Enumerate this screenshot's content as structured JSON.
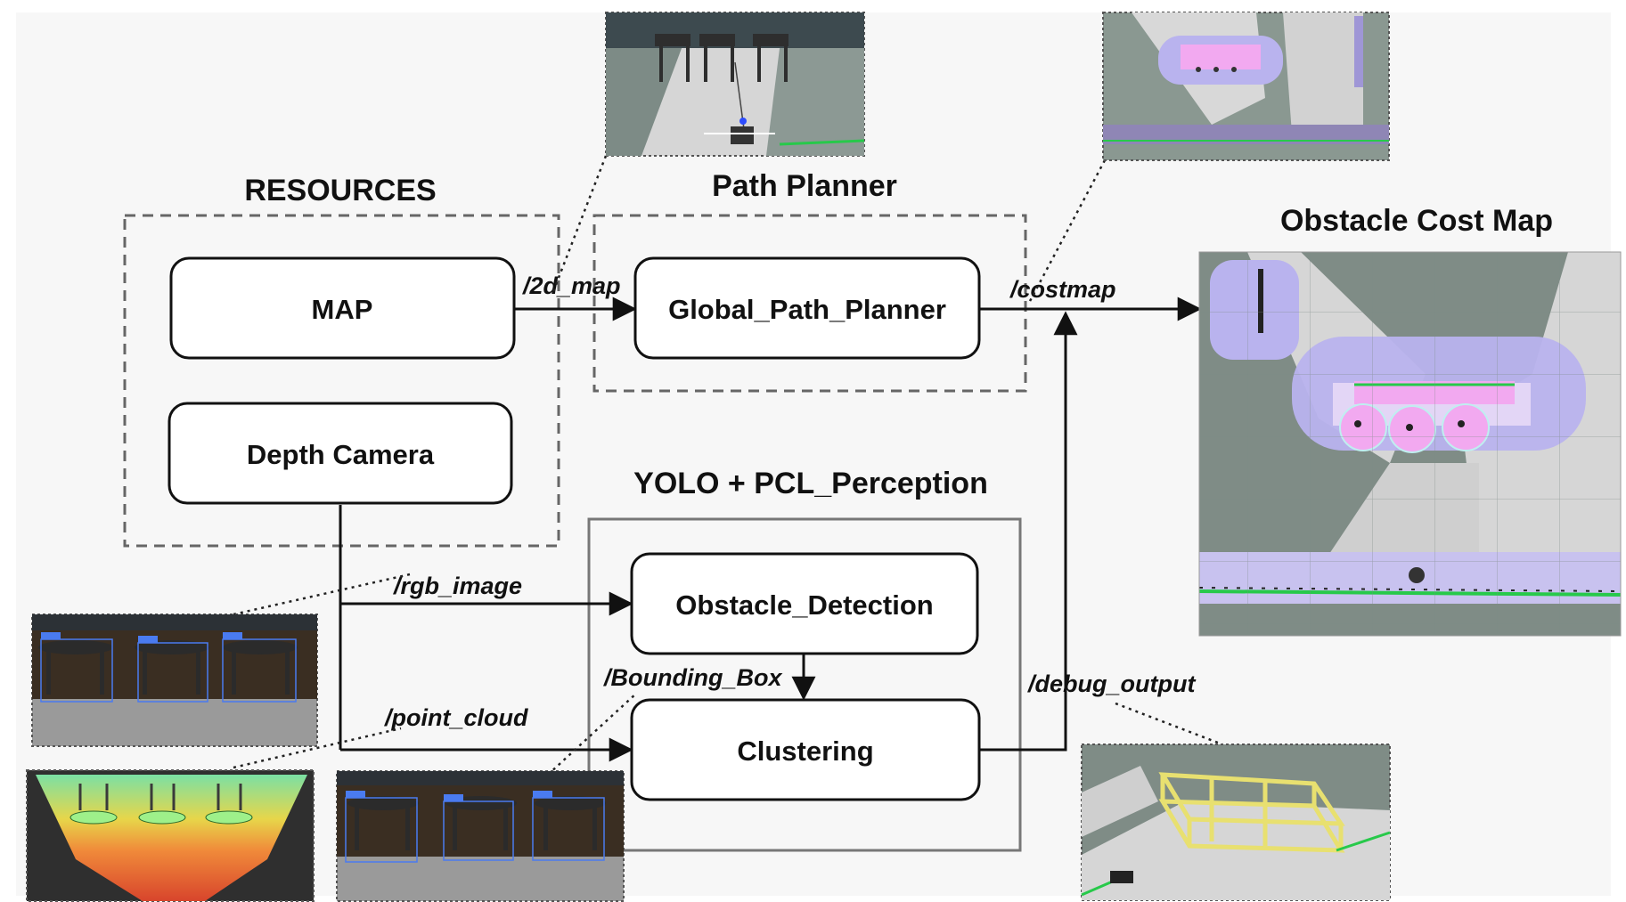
{
  "groups": {
    "resources": "RESOURCES",
    "path_planner": "Path Planner",
    "perception": "YOLO + PCL_Perception",
    "cost_map": "Obstacle Cost Map"
  },
  "nodes": {
    "map": "MAP",
    "depth_camera": "Depth Camera",
    "global_path_planner": "Global_Path_Planner",
    "obstacle_detection": "Obstacle_Detection",
    "clustering": "Clustering"
  },
  "topics": {
    "map_2d": "/2d_map",
    "costmap": "/costmap",
    "rgb_image": "/rgb_image",
    "point_cloud": "/point_cloud",
    "bounding_box": "/Bounding_Box",
    "debug_output": "/debug_output"
  },
  "colors": {
    "background": "#f7f7f7",
    "line": "#111111",
    "dashed_border": "#666666",
    "costmap_inflation": "#b9b3ee",
    "costmap_obstacle": "#f2a9f0",
    "pointcloud_near": "#d8452c",
    "pointcloud_far": "#7be0a4",
    "bbox_yellow": "#e8e070"
  }
}
